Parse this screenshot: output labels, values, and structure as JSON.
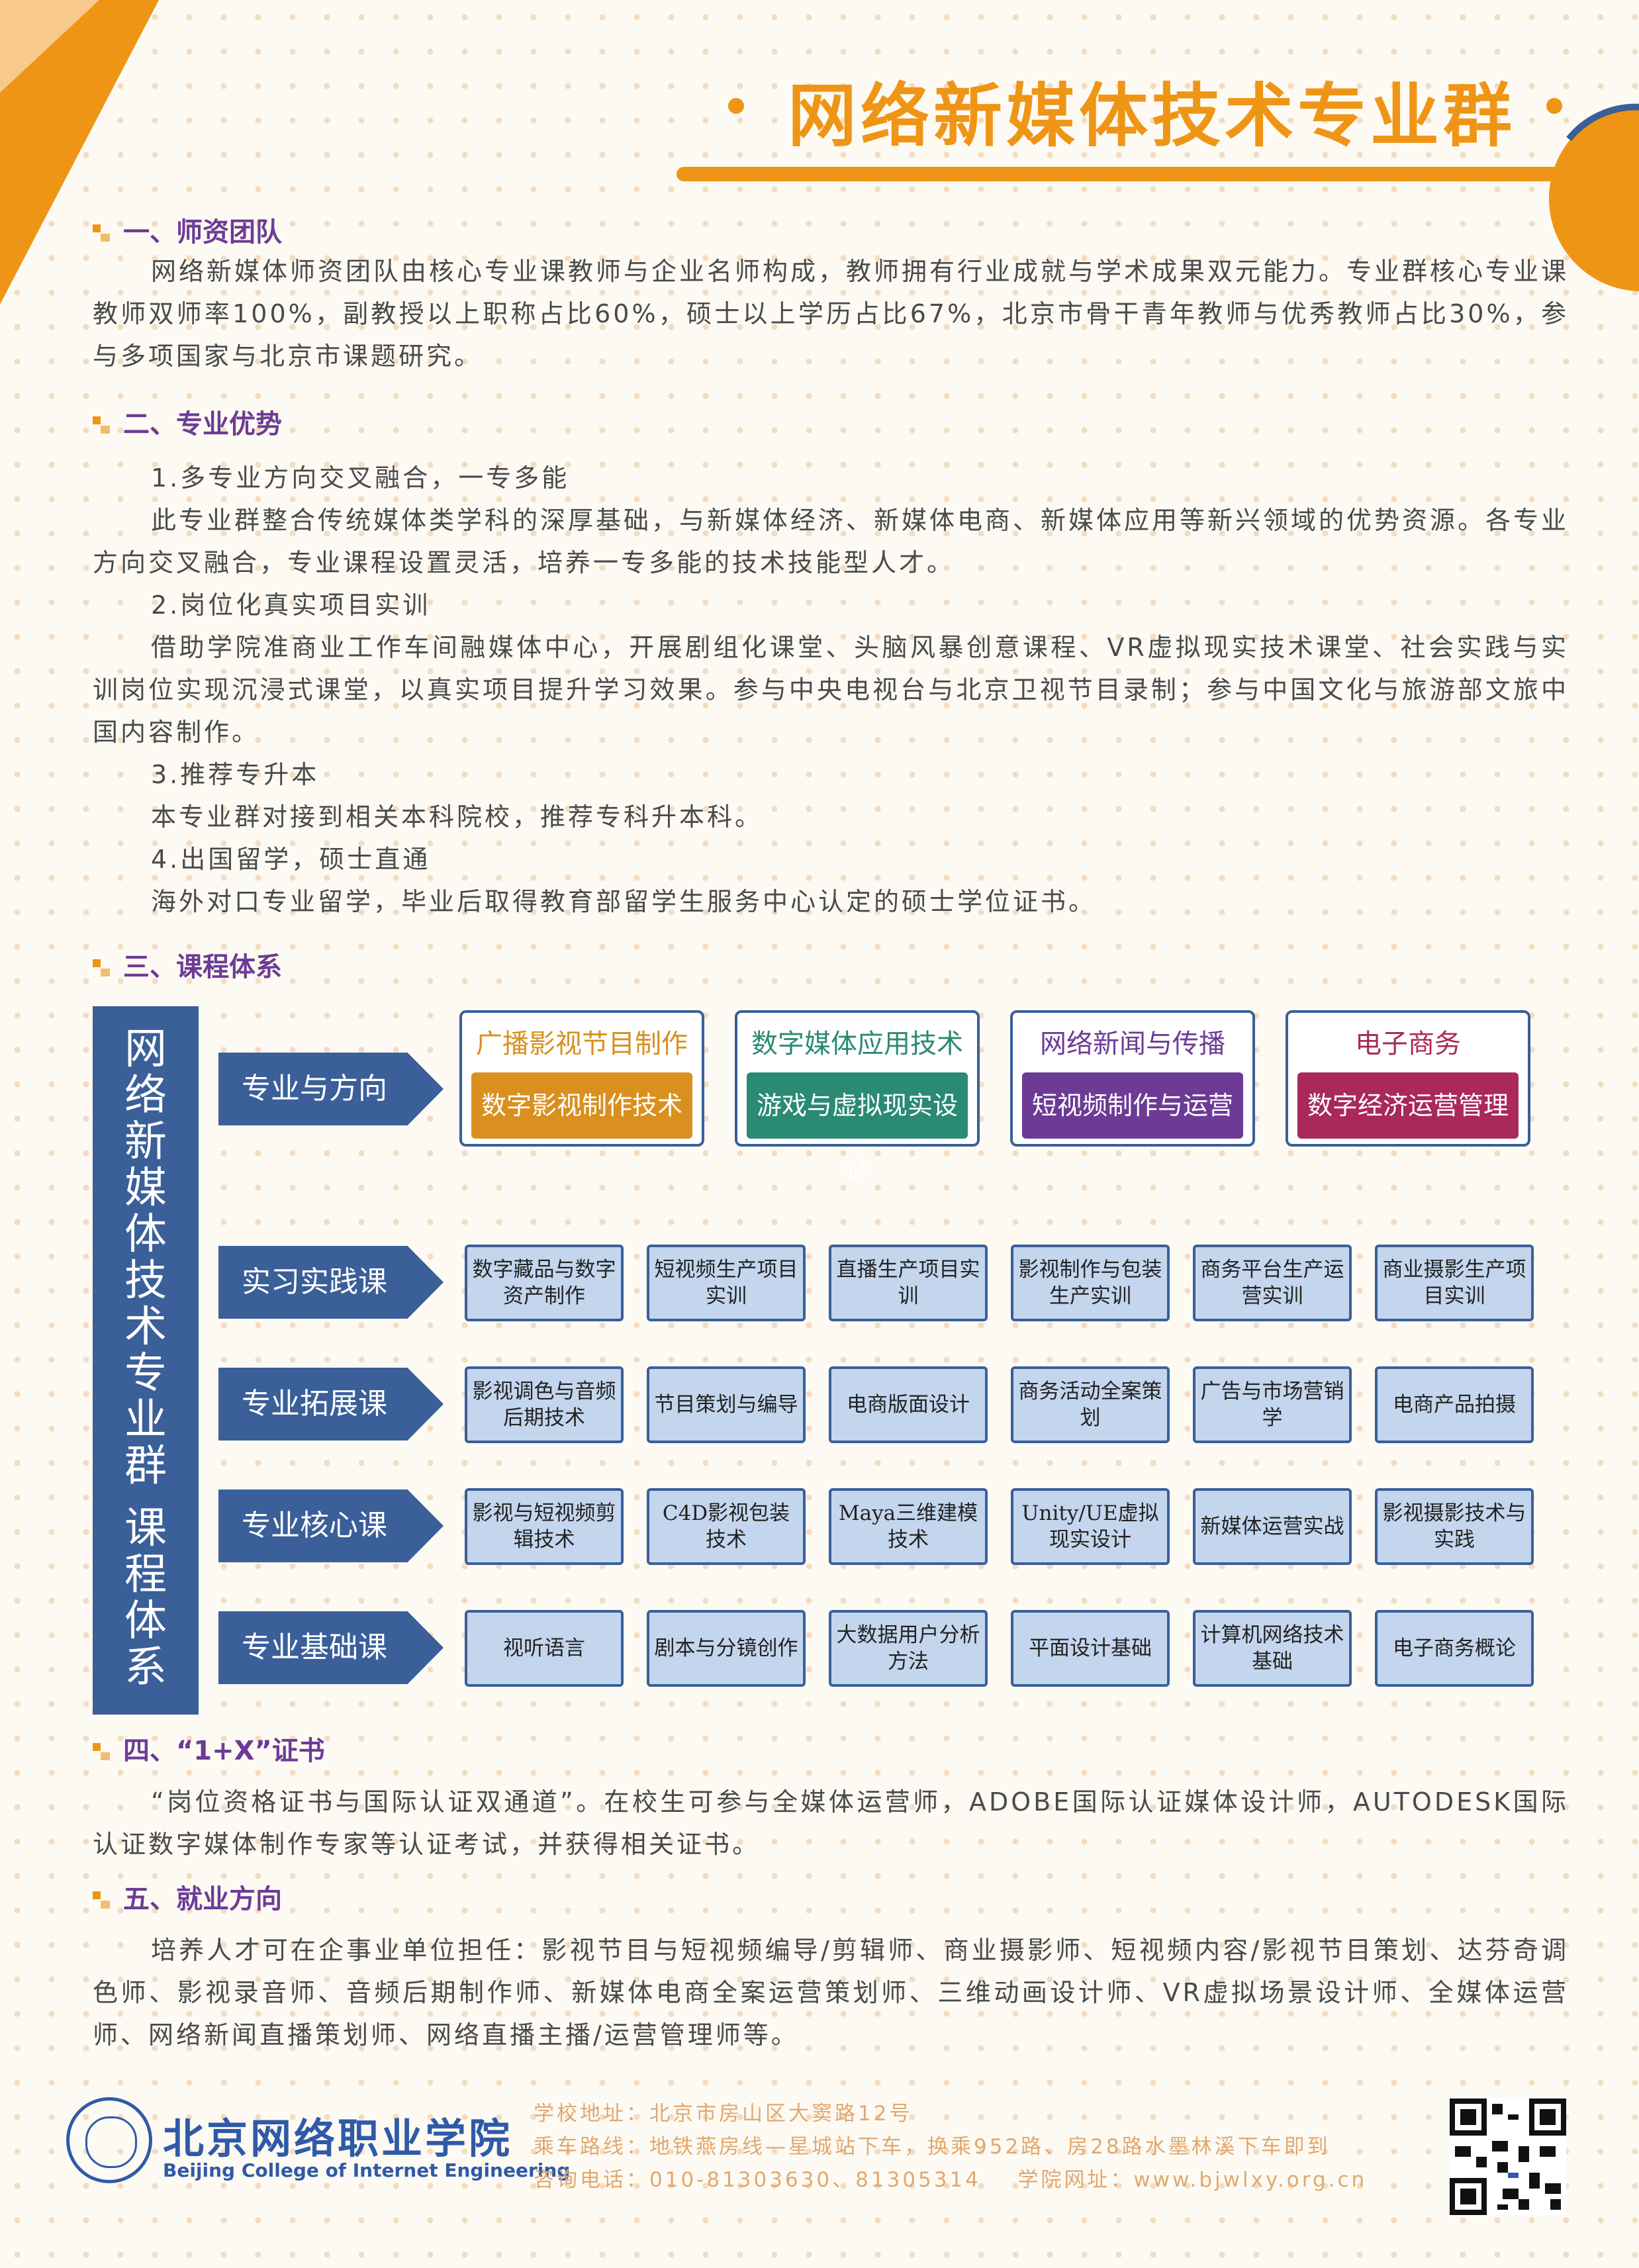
{
  "header": {
    "title": "网络新媒体技术专业群"
  },
  "sections": {
    "s1": {
      "heading": "一、师资团队",
      "text": "网络新媒体师资团队由核心专业课教师与企业名师构成，教师拥有行业成就与学术成果双元能力。专业群核心专业课教师双师率100%，副教授以上职称占比60%，硕士以上学历占比67%，北京市骨干青年教师与优秀教师占比30%，参与多项国家与北京市课题研究。"
    },
    "s2": {
      "heading": "二、专业优势",
      "items": [
        {
          "title": "1.多专业方向交叉融合，一专多能",
          "text": "此专业群整合传统媒体类学科的深厚基础，与新媒体经济、新媒体电商、新媒体应用等新兴领域的优势资源。各专业方向交叉融合，专业课程设置灵活，培养一专多能的技术技能型人才。"
        },
        {
          "title": "2.岗位化真实项目实训",
          "text": "借助学院准商业工作车间融媒体中心，开展剧组化课堂、头脑风暴创意课程、VR虚拟现实技术课堂、社会实践与实训岗位实现沉浸式课堂，以真实项目提升学习效果。参与中央电视台与北京卫视节目录制；参与中国文化与旅游部文旅中国内容制作。"
        },
        {
          "title": "3.推荐专升本",
          "text": "本专业群对接到相关本科院校，推荐专科升本科。"
        },
        {
          "title": "4.出国留学，硕士直通",
          "text": "海外对口专业留学，毕业后取得教育部留学生服务中心认定的硕士学位证书。"
        }
      ]
    },
    "s3": {
      "heading": "三、课程体系"
    },
    "s4": {
      "heading": "四、“1+X”证书",
      "text": "“岗位资格证书与国际认证双通道”。在校生可参与全媒体运营师，ADOBE国际认证媒体设计师，AUTODESK国际认证数字媒体制作专家等认证考试，并获得相关证书。"
    },
    "s5": {
      "heading": "五、就业方向",
      "text": "培养人才可在企事业单位担任：影视节目与短视频编导/剪辑师、商业摄影师、短视频内容/影视节目策划、达芬奇调色师、影视录音师、音频后期制作师、新媒体电商全案运营策划师、三维动画设计师、VR虚拟场景设计师、全媒体运营师、网络新闻直播策划师、网络直播主播/运营管理师等。"
    }
  },
  "curriculum": {
    "sidebar": "网络新媒体技术专业群 课程体系",
    "sidebar_chars": [
      "网",
      "络",
      "新",
      "媒",
      "体",
      "技",
      "术",
      "专",
      "业",
      "群",
      "",
      "课",
      "程",
      "体",
      "系"
    ],
    "rows": [
      {
        "label": "专业与方向"
      },
      {
        "label": "实习实践课",
        "courses": [
          "数字藏品与数字资产制作",
          "短视频生产项目实训",
          "直播生产项目实训",
          "影视制作与包装生产实训",
          "商务平台生产运营实训",
          "商业摄影生产项目实训"
        ]
      },
      {
        "label": "专业拓展课",
        "courses": [
          "影视调色与音频后期技术",
          "节目策划与编导",
          "电商版面设计",
          "商务活动全案策划",
          "广告与市场营销学",
          "电商产品拍摄"
        ]
      },
      {
        "label": "专业核心课",
        "courses": [
          "影视与短视频剪辑技术",
          "C4D影视包装技术",
          "Maya三维建模技术",
          "Unity/UE虚拟现实设计",
          "新媒体运营实战",
          "影视摄影技术与实践"
        ]
      },
      {
        "label": "专业基础课",
        "courses": [
          "视听语言",
          "剧本与分镜创作",
          "大数据用户分析方法",
          "平面设计基础",
          "计算机网络技术基础",
          "电子商务概论"
        ]
      }
    ],
    "directions": [
      {
        "title": "广播影视节目制作",
        "sub": "数字影视制作技术",
        "title_color": "#d9901e",
        "sub_color": "#d9901e"
      },
      {
        "title": "数字媒体应用技术",
        "sub": "游戏与虚拟现实设计",
        "title_color": "#2a8a74",
        "sub_color": "#2a8a74"
      },
      {
        "title": "网络新闻与传播",
        "sub": "短视频制作与运营",
        "title_color": "#6d3b96",
        "sub_color": "#6d3b96"
      },
      {
        "title": "电子商务",
        "sub": "数字经济运营管理",
        "title_color": "#a8295a",
        "sub_color": "#a8295a"
      }
    ]
  },
  "footer": {
    "school_cn": "北京网络职业学院",
    "school_en": "Beijing College of Internet Engineering",
    "address": "学校地址：北京市房山区大窦路12号",
    "route": "乘车路线：地铁燕房线—星城站下车，换乘952路、房28路水墨林溪下车即到",
    "contact": "咨询电话：010-81303630、81305314    学院网址：www.bjwlxy.org.cn"
  },
  "colors": {
    "accent": "#ef9516",
    "heading": "#6d3b96",
    "navy": "#3a5f99",
    "box_fill": "#c4d6ee"
  }
}
